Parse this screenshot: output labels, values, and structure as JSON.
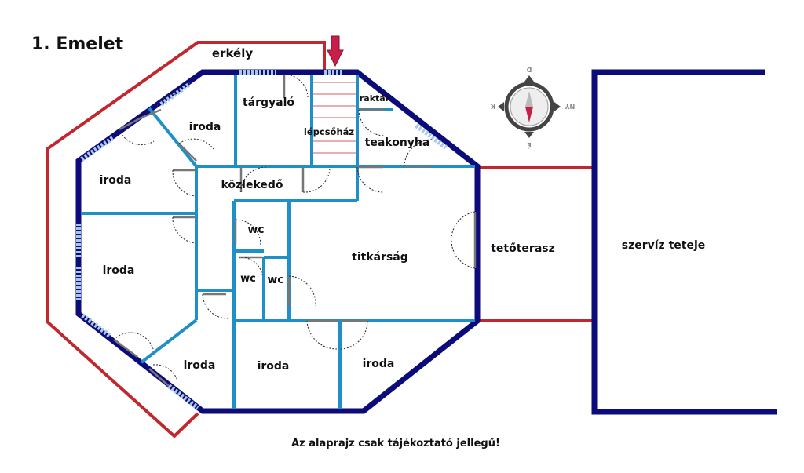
{
  "title": "1. Emelet",
  "disclaimer": "Az alaprajz csak tájékoztató jellegű!",
  "rooms": {
    "balcony": "erkély",
    "meeting": "tárgyaló",
    "stairs": "lépcsőház",
    "storage": "raktár",
    "kitchen": "teakonyha",
    "corridor": "közlekedő",
    "office": "iroda",
    "wc": "wc",
    "secretariat": "titkárság",
    "terrace": "tetőterasz",
    "service_roof": "szervíz teteje"
  },
  "compass": {
    "north": "D",
    "south": "É",
    "east": "NY",
    "west": "K"
  },
  "colors": {
    "outer_wall": "#0b0b7a",
    "inner_wall": "#1f8fc8",
    "balcony_rail": "#c0282d",
    "entrance_arrow": "#c81e4a",
    "window": "#a9c7e6"
  },
  "icons": {
    "entrance": "arrow-down-icon",
    "compass": "compass-icon"
  }
}
